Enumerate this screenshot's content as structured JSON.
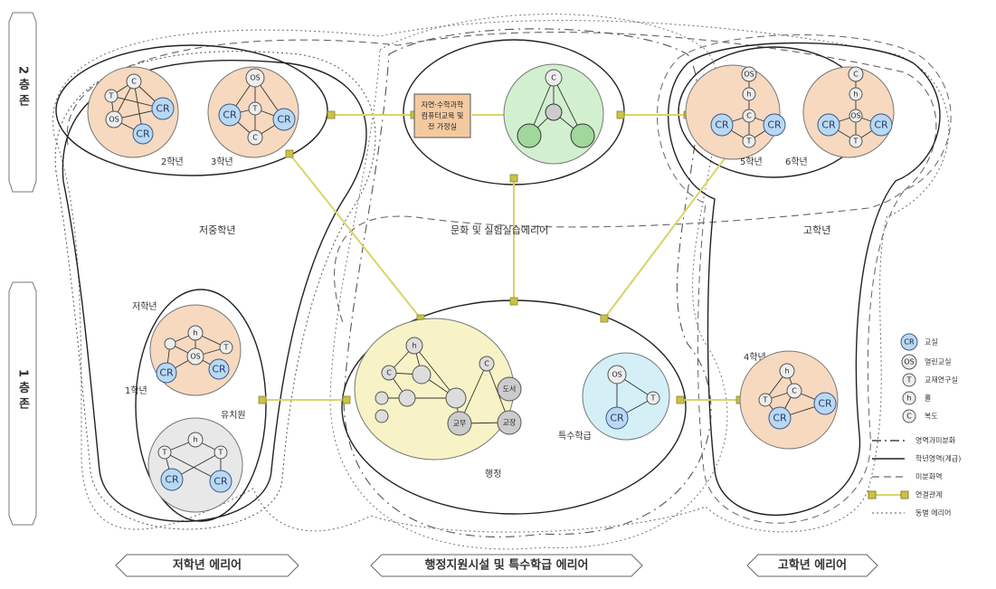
{
  "floors": {
    "second": "2 층 존",
    "first": "1 층 존"
  },
  "areas": {
    "lower_area": "저학년 에리어",
    "center_area": "행정지원시설 및 특수학급 에리어",
    "upper_area": "고학년 에리어"
  },
  "zones": {
    "middle_grades": "저중학년",
    "culture": "문화 및 실험실습에리어",
    "upper_grades": "고학년",
    "lower_grades": "저학년",
    "first_grade": "1학년",
    "kindergarten": "유치원",
    "admin": "행정",
    "special": "특수학급",
    "fourth_grade": "4학년",
    "second_grade": "2학년",
    "third_grade": "3학년",
    "fifth_grade": "5학년",
    "sixth_grade": "6학년"
  },
  "culture_box_text": [
    "자연·수학과학",
    "컴퓨터교육 및",
    "전 가정실"
  ],
  "admin_nodes": {
    "office": "교무",
    "principal": "교장",
    "library": "도서"
  },
  "node_labels": {
    "cr": "CR",
    "os": "OS",
    "t": "T",
    "h": "h",
    "c": "C"
  },
  "legend": {
    "items": [
      {
        "symbol": "CR",
        "label": "교실"
      },
      {
        "symbol": "OS",
        "label": "열린교실"
      },
      {
        "symbol": "T",
        "label": "교재연구실"
      },
      {
        "symbol": "h",
        "label": "홀"
      },
      {
        "symbol": "C",
        "label": "복도"
      }
    ],
    "lines": [
      {
        "style": "dash-dot",
        "label": "영역과미분화"
      },
      {
        "style": "solid",
        "label": "학년영역(계급)"
      },
      {
        "style": "dashed",
        "label": "미분화역"
      },
      {
        "style": "yellow-link",
        "label": "연결관계"
      },
      {
        "style": "dotted",
        "label": "동별 에리어"
      }
    ]
  },
  "colors": {
    "classroom_fill": "#f6d9bf",
    "culture_fill": "#d2f0cf",
    "admin_fill": "#f7f3c6",
    "special_fill": "#d4eff6",
    "kindergarten_fill": "#e8e8e8",
    "cr_fill": "#b9d9f2",
    "link": "#d9d36a",
    "box_fill": "#f3c9a0"
  }
}
